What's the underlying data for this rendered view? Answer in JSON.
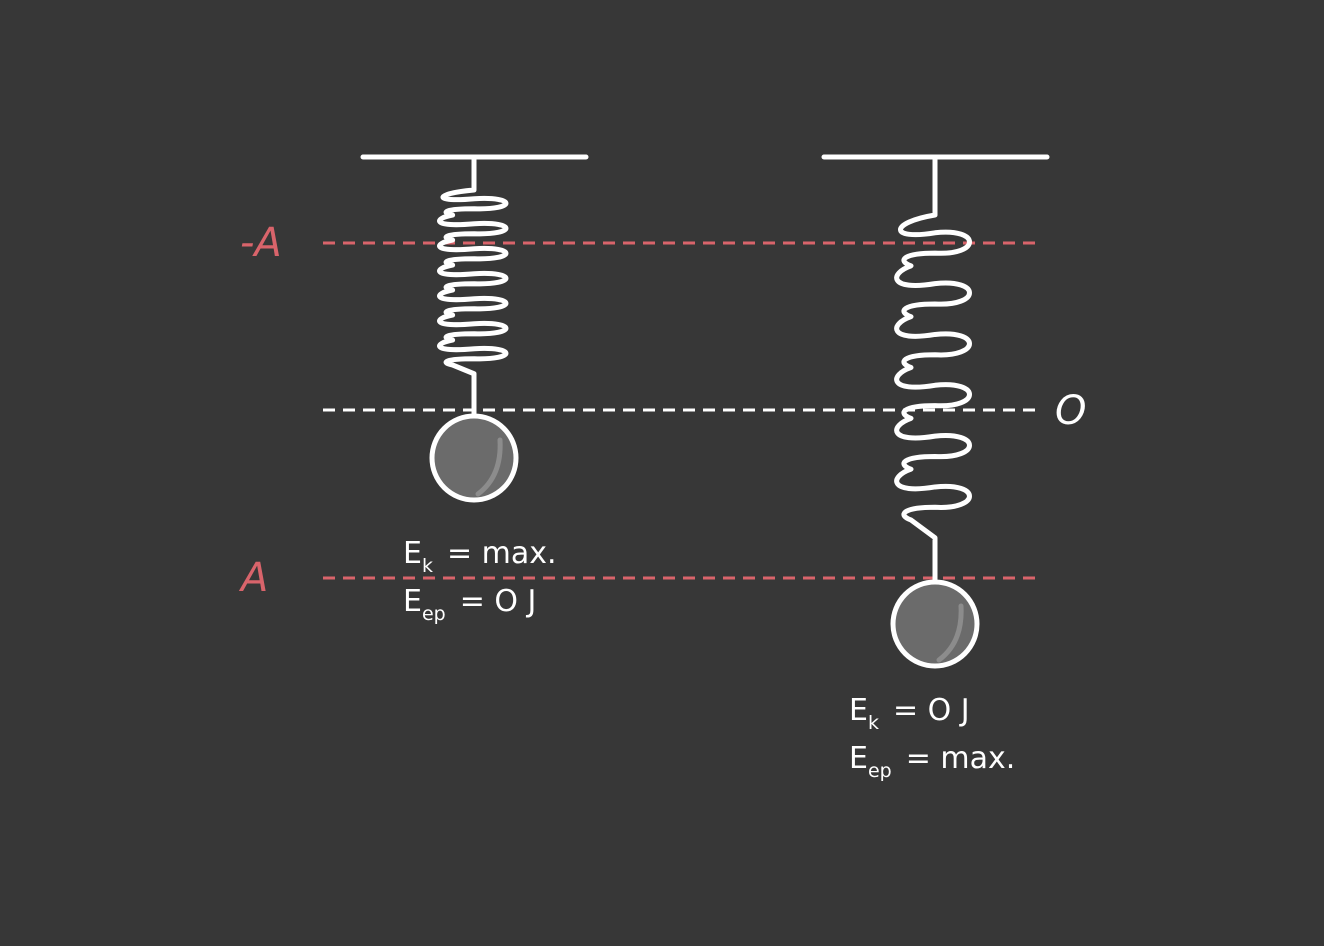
{
  "colors": {
    "background": "#373737",
    "line": "#ffffff",
    "amplitude": "#d9646b",
    "mass_fill": "#6b6b6b",
    "mass_highlight": "#8c8c8c"
  },
  "labels": {
    "minus_amplitude": "-A",
    "plus_amplitude": "A",
    "equilibrium": "O"
  },
  "left_state": {
    "ek": {
      "symbol": "E",
      "sub": "k",
      "rhs": "= max."
    },
    "ep": {
      "symbol": "E",
      "sub": "ep",
      "rhs": "= O J"
    }
  },
  "right_state": {
    "ek": {
      "symbol": "E",
      "sub": "k",
      "rhs": "= O J"
    },
    "ep": {
      "symbol": "E",
      "sub": "ep",
      "rhs": "= max."
    }
  }
}
